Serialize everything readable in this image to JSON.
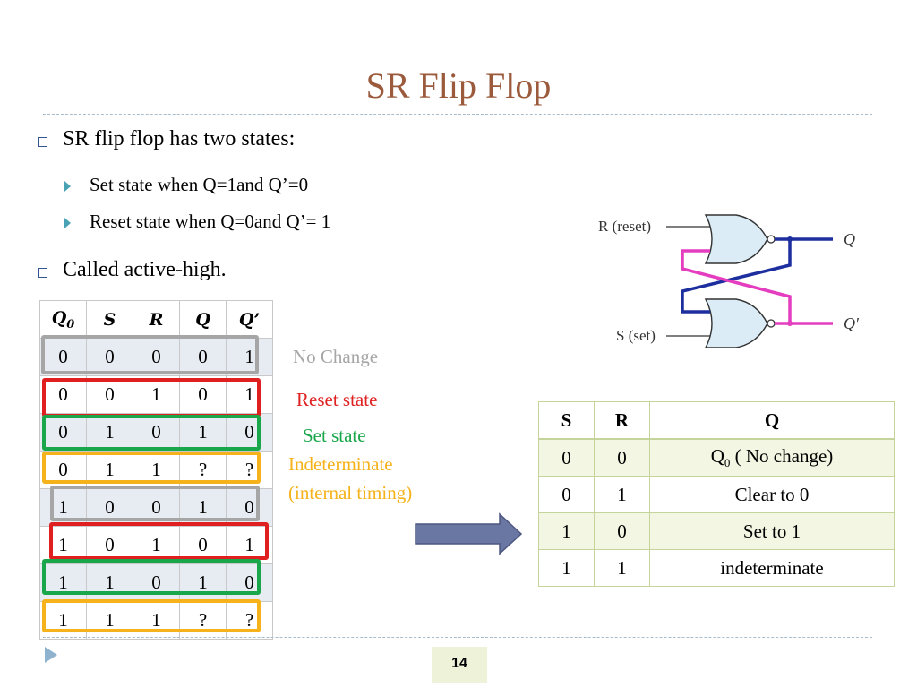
{
  "title": "SR Flip Flop",
  "bullets": {
    "b1": "SR flip flop has two states:",
    "b1_sub": [
      "Set state when Q=1and Q’=0",
      "Reset state when Q=0and Q’= 1"
    ],
    "b2": "Called active-high."
  },
  "truth_table": {
    "headers": [
      "Q",
      "S",
      "R",
      "Q",
      "Q’"
    ],
    "header_sub0": "0",
    "rows": [
      [
        "0",
        "0",
        "0",
        "0",
        "1"
      ],
      [
        "0",
        "0",
        "1",
        "0",
        "1"
      ],
      [
        "0",
        "1",
        "0",
        "1",
        "0"
      ],
      [
        "0",
        "1",
        "1",
        "?",
        "?"
      ],
      [
        "1",
        "0",
        "0",
        "1",
        "0"
      ],
      [
        "1",
        "0",
        "1",
        "0",
        "1"
      ],
      [
        "1",
        "1",
        "0",
        "1",
        "0"
      ],
      [
        "1",
        "1",
        "1",
        "?",
        "?"
      ]
    ]
  },
  "notes": {
    "no_change": "No Change",
    "reset": "Reset state",
    "set": "Set state",
    "indet1": "Indeterminate",
    "indet2": "(internal timing)"
  },
  "circuit": {
    "r_label": "R (reset)",
    "s_label": "S (set)",
    "q_label": "Q",
    "qbar_label": "Q′"
  },
  "summary_table": {
    "headers": [
      "S",
      "R",
      "Q"
    ],
    "rows": [
      {
        "s": "0",
        "r": "0",
        "q": "Q",
        "q_sub": "0",
        "q_rest": " ( No change)"
      },
      {
        "s": "0",
        "r": "1",
        "q": "Clear to 0"
      },
      {
        "s": "1",
        "r": "0",
        "q": "Set to 1"
      },
      {
        "s": "1",
        "r": "1",
        "q": "indeterminate"
      }
    ]
  },
  "colors": {
    "title": "#9b5a3c",
    "red": "#e02020",
    "green": "#1aa64a",
    "orange": "#f5b21a",
    "gray": "#a6a6a6",
    "gate_fill": "#dcecf7",
    "wire_blue": "#1d2f9e",
    "wire_pink": "#e43dbf",
    "arrow": "#6b77a3"
  },
  "page_number": "14"
}
